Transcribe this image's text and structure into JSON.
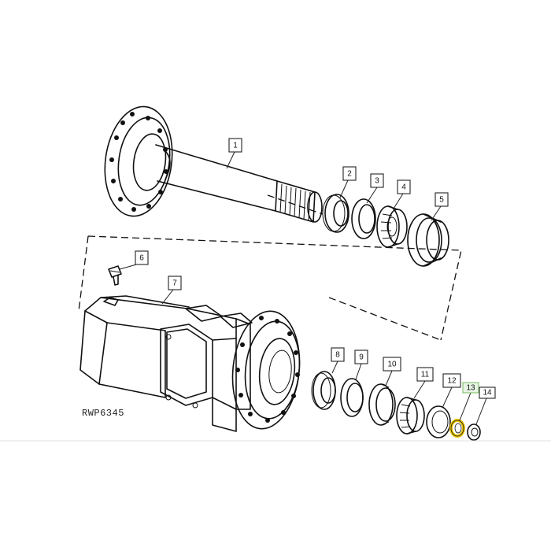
{
  "figure": {
    "reference_code": "RWP6345",
    "highlight_color": "#e9c400",
    "highlight_label_color": "#7fbf6a"
  },
  "callouts": [
    {
      "id": 1,
      "label": "1"
    },
    {
      "id": 2,
      "label": "2"
    },
    {
      "id": 3,
      "label": "3"
    },
    {
      "id": 4,
      "label": "4"
    },
    {
      "id": 5,
      "label": "5"
    },
    {
      "id": 6,
      "label": "6"
    },
    {
      "id": 7,
      "label": "7"
    },
    {
      "id": 8,
      "label": "8"
    },
    {
      "id": 9,
      "label": "9"
    },
    {
      "id": 10,
      "label": "10"
    },
    {
      "id": 11,
      "label": "11"
    },
    {
      "id": 12,
      "label": "12"
    },
    {
      "id": 13,
      "label": "13",
      "highlighted": true
    },
    {
      "id": 14,
      "label": "14"
    }
  ]
}
